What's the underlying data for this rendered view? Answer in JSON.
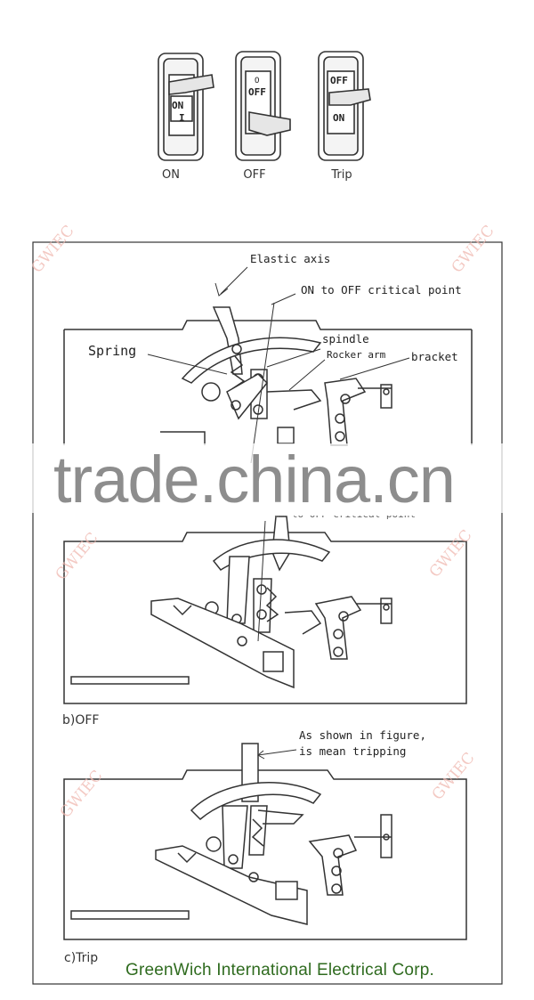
{
  "switch_states": [
    {
      "caption": "ON",
      "window_text": "ON",
      "window_mark": "I"
    },
    {
      "caption": "OFF",
      "window_text": "OFF",
      "window_mark": "O"
    },
    {
      "caption": "Trip",
      "top_text": "OFF",
      "bottom_text": "ON"
    }
  ],
  "panel_a": {
    "callouts": {
      "elastic_axis": "Elastic axis",
      "critical_point": "ON to OFF critical point",
      "spring": "Spring",
      "spindle": "spindle",
      "rocker_arm": "Rocker arm",
      "bracket": "bracket"
    }
  },
  "panel_b": {
    "critical_point_partial": "ON to OFF critical point",
    "label": "b)OFF"
  },
  "panel_c": {
    "note_line1": "As shown in figure,",
    "note_line2": "is mean tripping",
    "label": "c)Trip"
  },
  "company": "GreenWich International Electrical Corp.",
  "watermarks": {
    "small": "GWIEC",
    "big": "trade.china.cn"
  },
  "colors": {
    "line": "#333333",
    "company_green": "#2f6b1f",
    "watermark_pink": "#f0b8b0"
  }
}
